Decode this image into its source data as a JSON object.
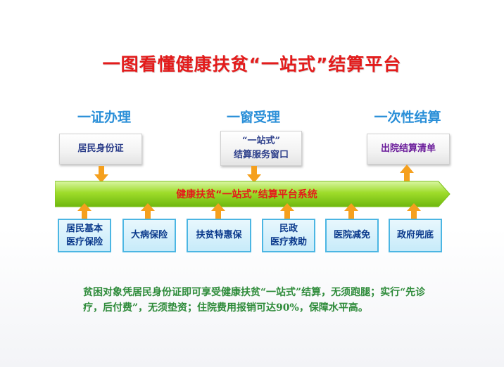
{
  "title": "一图看懂健康扶贫“一站式”结算平台",
  "stages": {
    "s1": "一证办理",
    "s2": "一窗受理",
    "s3": "一次性结算"
  },
  "top_boxes": {
    "id_card": "居民身份证",
    "window_line1": "“一站式”",
    "window_line2": "结算服务窗口",
    "discharge": "出院结算清单"
  },
  "banner": "健康扶贫“一站式”结算平台系统",
  "bottom_boxes": {
    "basic_line1": "居民基本",
    "basic_line2": "医疗保险",
    "serious": "大病保险",
    "poverty": "扶贫特惠保",
    "civil_line1": "民政",
    "civil_line2": "医疗救助",
    "hospital": "医院减免",
    "gov": "政府兜底"
  },
  "description": "贫困对象凭居民身份证即可享受健康扶贫“一站式”结算，无须跑腿；实行“先诊疗，后付费”，无须垫资；住院费用报销可达90%，保障水平高。",
  "colors": {
    "title": "#e31b1b",
    "stage": "#2a8fd8",
    "banner_text": "#e41b1b",
    "arrow": "#f5a01e",
    "banner_green": "#8ed41e",
    "box_border": "#4cb6e3",
    "description": "#2e8b3a"
  }
}
